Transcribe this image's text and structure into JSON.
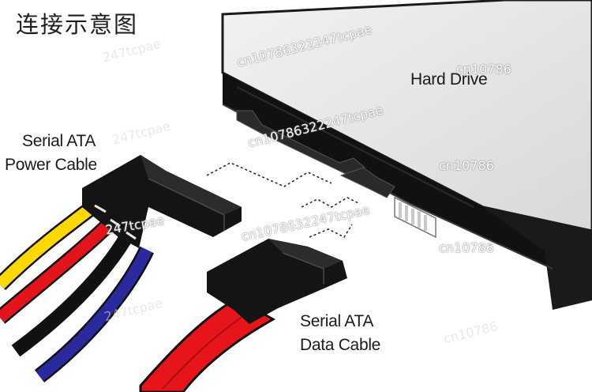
{
  "title": "连接示意图",
  "labels": {
    "hard_drive": "Hard Drive",
    "power_cable_line1": "Serial ATA",
    "power_cable_line2": "Power Cable",
    "data_cable_line1": "Serial ATA",
    "data_cable_line2": "Data Cable"
  },
  "watermarks": {
    "w1": "cn10786322247tcpae",
    "w2": "cn10786322247tcpae",
    "w3": "cn10786",
    "w4": "cn10786",
    "w5": "247tcpae",
    "w6": "cn1078632247tcpae",
    "w7": "cn10786",
    "w8": "247tcpae",
    "w9": "247tcpae",
    "w10": "247tcpae",
    "w11": "cn10786"
  },
  "colors": {
    "background": "#ffffff",
    "drive_top": "#e6e6e6",
    "drive_body": "#111111",
    "connector": "#141414",
    "wire_yellow": "#ffd800",
    "wire_red": "#e3141c",
    "wire_black": "#121212",
    "wire_blue": "#2a2a9e",
    "data_cable": "#e8141b"
  }
}
